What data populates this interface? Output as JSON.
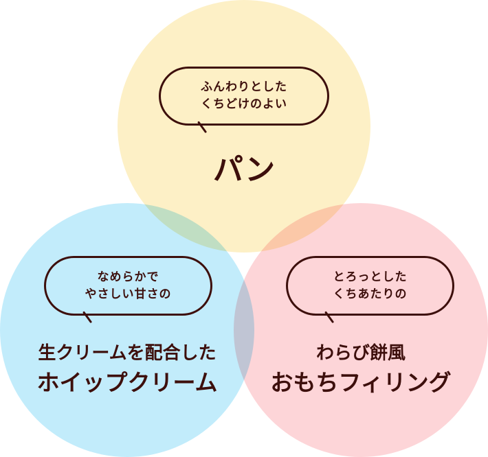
{
  "colors": {
    "top_circle": "#fdf0c6",
    "left_circle": "#c2ecfb",
    "right_circle": "#fdd5d8",
    "text": "#3d0f0c"
  },
  "circles": [
    {
      "id": "bread",
      "bubble_lines": [
        "ふんわりとした",
        "くちどけのよい"
      ],
      "title_lines": [
        "パン"
      ]
    },
    {
      "id": "cream",
      "bubble_lines": [
        "なめらかで",
        "やさしい甘さの"
      ],
      "title_lines": [
        "生クリームを配合した",
        "ホイップクリーム"
      ]
    },
    {
      "id": "mochi",
      "bubble_lines": [
        "とろっとした",
        "くちあたりの"
      ],
      "title_lines": [
        "わらび餅風",
        "おもちフィリング"
      ]
    }
  ]
}
